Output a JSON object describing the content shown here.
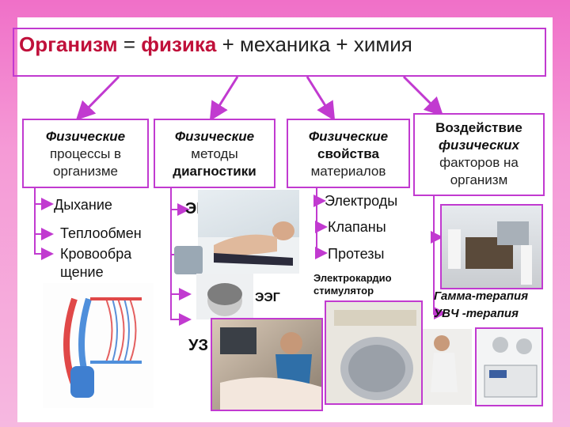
{
  "title": {
    "part1": "Организм",
    "part2": " = ",
    "part3": "физика",
    "part4": " + механика + химия"
  },
  "categories": [
    {
      "line1": "Физические",
      "line2": "процессы в",
      "line3": "организме"
    },
    {
      "line1": "Физические",
      "line2": "методы",
      "line3": "диагностики"
    },
    {
      "line1": "Физические",
      "line2": "свойства",
      "line3": "материалов"
    },
    {
      "line1": "Воздействие",
      "line2": "физических",
      "line3": "факторов на",
      "line4": "организм"
    }
  ],
  "processes": [
    "Дыхание",
    "Теплообмен",
    "Кровообра",
    "щение"
  ],
  "diagnostics": {
    "ecg": "ЭКГ",
    "eeg": "ЭЭГ",
    "us": "УЗ"
  },
  "materials": [
    "Электроды",
    "Клапаны",
    "Протезы"
  ],
  "pacemaker": {
    "line1": "Электрокардио",
    "line2": "стимулятор"
  },
  "therapies": [
    "Гамма-терапия",
    "УВЧ  -терапия"
  ],
  "colors": {
    "frame": "#c13ad0",
    "accent_red": "#c0103a",
    "background": "#f070c8"
  }
}
